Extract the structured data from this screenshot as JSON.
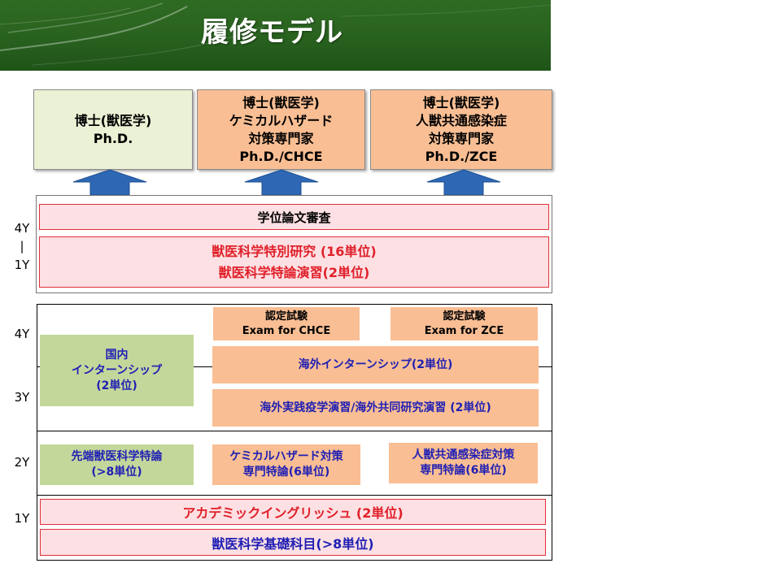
{
  "header": {
    "title": "履修モデル",
    "bg": "#2a6420"
  },
  "degrees": [
    {
      "lines": [
        "博士(獣医学)",
        "Ph.D."
      ]
    },
    {
      "lines": [
        "博士(獣医学)",
        "ケミカルハザード",
        "対策専門家",
        "Ph.D./CHCE"
      ]
    },
    {
      "lines": [
        "博士(獣医学)",
        "人獣共通感染症",
        "対策専門家",
        "Ph.D./ZCE"
      ]
    }
  ],
  "upper_block": {
    "thesis_review": "学位論文審査",
    "research_lines": [
      "獣医科学特別研究 (16単位)",
      "獣医科学特論演習(2単位)"
    ]
  },
  "year_labels": {
    "upper": [
      "4Y",
      "|",
      "1Y"
    ],
    "y4": "4Y",
    "y3": "3Y",
    "y2": "2Y",
    "y1": "1Y"
  },
  "courses": {
    "domestic_internship": [
      "国内",
      "インターンシップ",
      "(2単位)"
    ],
    "exam_chce": [
      "認定試験",
      "Exam for CHCE"
    ],
    "exam_zce": [
      "認定試験",
      "Exam for ZCE"
    ],
    "overseas_internship": "海外インターンシップ(2単位)",
    "overseas_practice": "海外実践疫学演習/海外共同研究演習 (2単位)",
    "advanced_vet": [
      "先端獣医科学特論",
      "(>8単位)"
    ],
    "chemical_hazard": [
      "ケミカルハザード対策",
      "専門特論(6単位)"
    ],
    "zoonosis": [
      "人獣共通感染症対策",
      "専門特論(6単位)"
    ],
    "academic_english": "アカデミックイングリッシュ (2単位)",
    "basic_subjects": "獣医科学基礎科目(>8単位)"
  },
  "colors": {
    "green_box": "#c4d79b",
    "orange_box": "#f9be93",
    "pink_bar": "#fde0e3",
    "red_text": "#e0202a",
    "blue_text": "#1f1fb4",
    "arrow": "#2e68b4"
  }
}
